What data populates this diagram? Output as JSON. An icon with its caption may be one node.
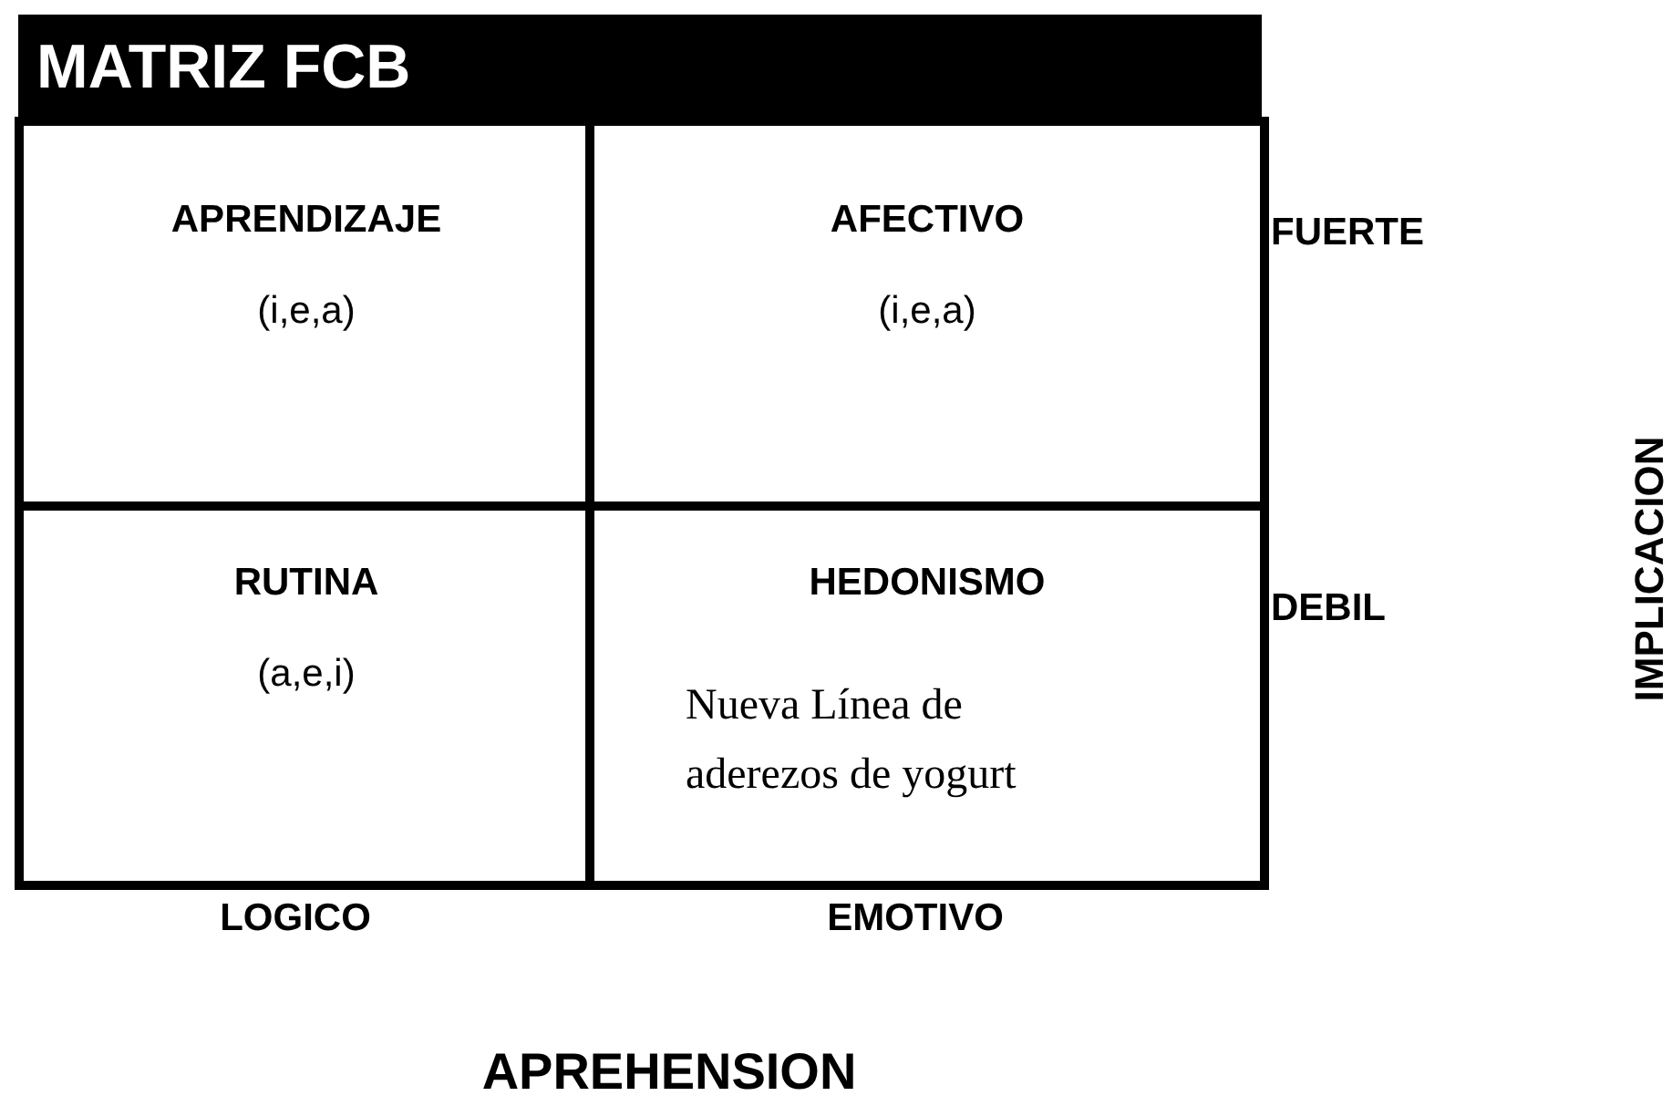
{
  "diagram": {
    "title": "MATRIZ FCB",
    "nodes": [
      {
        "text": [
          "APRENDIZAJE",
          "(i,e,a)"
        ]
      },
      {
        "text": [
          "AFECTIVO",
          "(i,e,a)"
        ]
      },
      {
        "text": [
          "RUTINA",
          "(a,e,i)"
        ]
      },
      {
        "text": [
          "HEDONISMO",
          "Nueva Línea de aderezos de yogurt"
        ]
      }
    ],
    "labels": [
      "FUERTE",
      "DEBIL",
      "IMPLICACION",
      "LOGICO",
      "EMOTIVO",
      "APREHENSION"
    ]
  }
}
